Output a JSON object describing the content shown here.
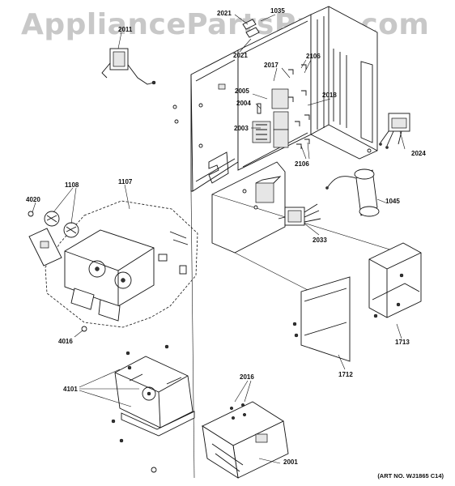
{
  "watermark": "AppliancePartsPros.com",
  "art_number": "(ART NO. WJ1865 C14)",
  "labels": {
    "p2011": "2011",
    "p2021a": "2021",
    "p2021b": "2021",
    "p1035": "1035",
    "p2017": "2017",
    "p2106a": "2106",
    "p2005": "2005",
    "p2004": "2004",
    "p2018": "2018",
    "p2003": "2003",
    "p2024": "2024",
    "p2106b": "2106",
    "p1045": "1045",
    "p2033": "2033",
    "p1107": "1107",
    "p1108": "1108",
    "p4020": "4020",
    "p4016": "4016",
    "p4101": "4101",
    "p2016": "2016",
    "p2001": "2001",
    "p1712": "1712",
    "p1713": "1713"
  }
}
